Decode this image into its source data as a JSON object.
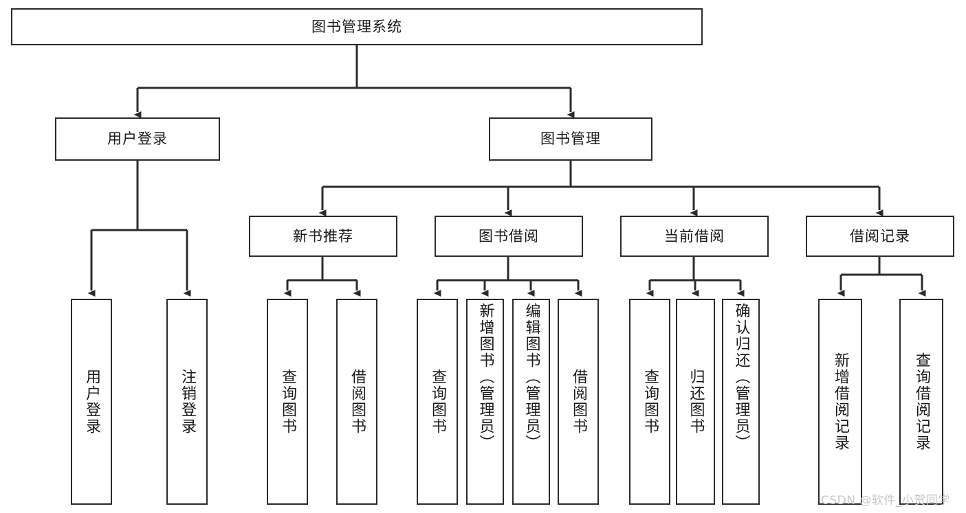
{
  "diagram": {
    "title": "图书管理系统",
    "type": "tree-hierarchy",
    "watermark": "CSDN @软件_小贺同学",
    "colors": {
      "background": "#ffffff",
      "box_border": "#2b2b2b",
      "box_fill": "#ffffff",
      "connector": "#2b2b2b",
      "text": "#1a1a1a",
      "watermark": "#c8c8c8"
    },
    "root": {
      "id": "root",
      "label": "图书管理系统"
    },
    "level2": [
      {
        "id": "user-login",
        "label": "用户登录"
      },
      {
        "id": "book-manage",
        "label": "图书管理"
      }
    ],
    "level3": [
      {
        "id": "new-book-recommend",
        "label": "新书推荐",
        "parent": "book-manage"
      },
      {
        "id": "book-borrow",
        "label": "图书借阅",
        "parent": "book-manage"
      },
      {
        "id": "current-borrow",
        "label": "当前借阅",
        "parent": "book-manage"
      },
      {
        "id": "borrow-record",
        "label": "借阅记录",
        "parent": "book-manage"
      }
    ],
    "leaves": [
      {
        "id": "leaf-user-login",
        "label": "用户登录",
        "parent": "user-login"
      },
      {
        "id": "leaf-user-logout",
        "label": "注销登录",
        "parent": "user-login"
      },
      {
        "id": "leaf-query-book-1",
        "label": "查询图书",
        "parent": "new-book-recommend"
      },
      {
        "id": "leaf-borrow-book-1",
        "label": "借阅图书",
        "parent": "new-book-recommend"
      },
      {
        "id": "leaf-query-book-2",
        "label": "查询图书",
        "parent": "book-borrow"
      },
      {
        "id": "leaf-add-book",
        "label": "新增图书（管理员）",
        "parent": "book-borrow"
      },
      {
        "id": "leaf-edit-book",
        "label": "编辑图书（管理员）",
        "parent": "book-borrow"
      },
      {
        "id": "leaf-borrow-book-2",
        "label": "借阅图书",
        "parent": "book-borrow"
      },
      {
        "id": "leaf-query-book-3",
        "label": "查询图书",
        "parent": "current-borrow"
      },
      {
        "id": "leaf-return-book",
        "label": "归还图书",
        "parent": "current-borrow"
      },
      {
        "id": "leaf-confirm-return",
        "label": "确认归还（管理员）",
        "parent": "current-borrow"
      },
      {
        "id": "leaf-add-record",
        "label": "新增借阅记录",
        "parent": "borrow-record"
      },
      {
        "id": "leaf-query-record",
        "label": "查询借阅记录",
        "parent": "borrow-record"
      }
    ]
  }
}
